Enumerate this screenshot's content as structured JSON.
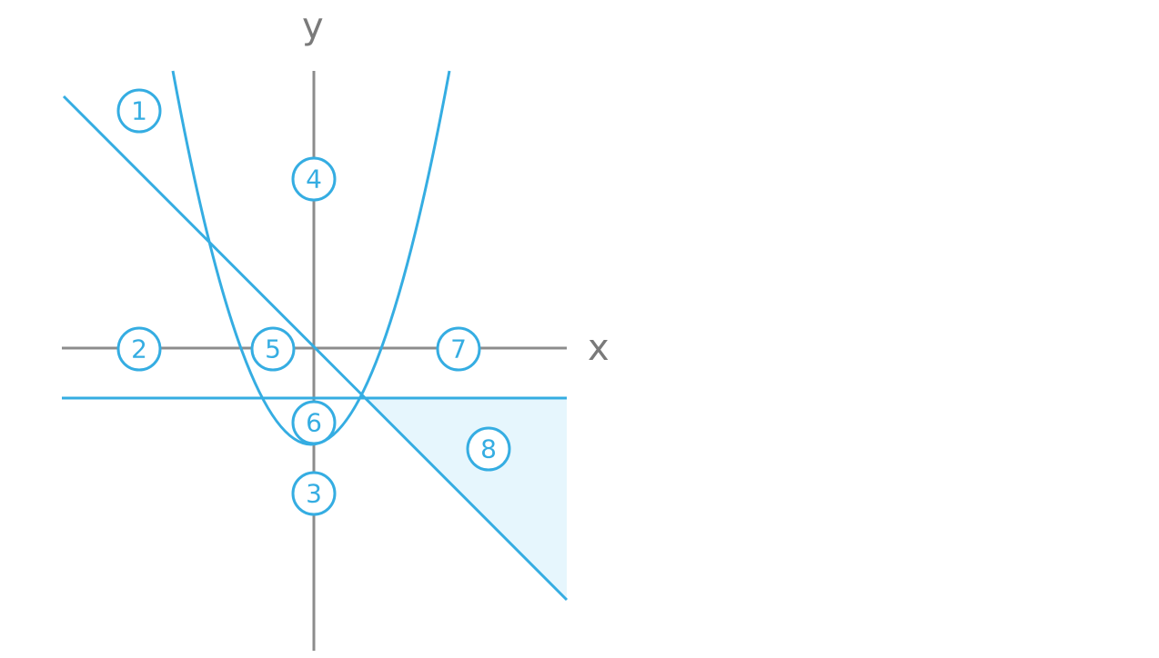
{
  "axes": {
    "x_label": "x",
    "y_label": "y"
  },
  "colors": {
    "curve": "#35ade2",
    "region_fill": "#e6f6fd",
    "axis": "#8c8c8c"
  },
  "regions": [
    {
      "id": "1",
      "label": "1"
    },
    {
      "id": "2",
      "label": "2"
    },
    {
      "id": "3",
      "label": "3"
    },
    {
      "id": "4",
      "label": "4"
    },
    {
      "id": "5",
      "label": "5"
    },
    {
      "id": "6",
      "label": "6"
    },
    {
      "id": "7",
      "label": "7"
    },
    {
      "id": "8",
      "label": "8",
      "shaded": true
    }
  ]
}
